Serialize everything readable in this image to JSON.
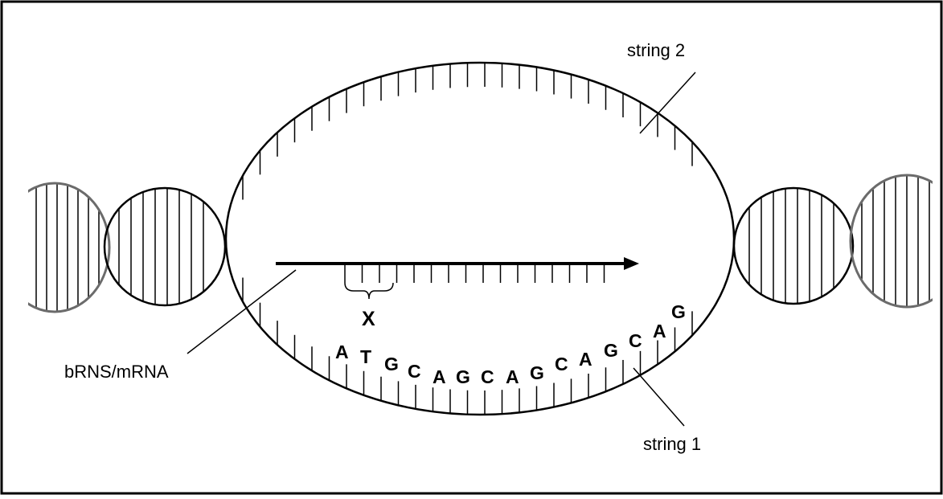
{
  "labels": {
    "string2": "string 2",
    "string1": "string 1",
    "rna": "bRNS/mRNA",
    "codon": "X"
  },
  "string1_bases": [
    "A",
    "T",
    "G",
    "C",
    "A",
    "G",
    "C",
    "A",
    "G",
    "C",
    "A",
    "G",
    "C",
    "A",
    "G"
  ]
}
